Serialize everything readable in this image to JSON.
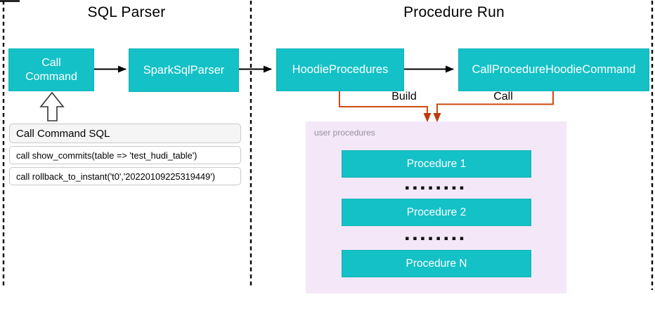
{
  "diagram": {
    "sql_parser": {
      "title": "SQL Parser",
      "call_command": "Call Command",
      "spark_sql_parser": "SparkSqlParser",
      "sql_panel": {
        "header": "Call Command SQL",
        "rows": [
          "call show_commits(table => 'test_hudi_table')",
          "call rollback_to_instant('t0','20220109225319449')"
        ]
      }
    },
    "procedure_run": {
      "title": "Procedure Run",
      "hoodie_procedures": "HoodieProcedures",
      "call_procedure_hoodie_command": "CallProcedureHoodieCommand",
      "build_label": "Build",
      "call_label": "Call",
      "user_procedures": {
        "label": "user procedures",
        "procedures": [
          "Procedure 1",
          "Procedure 2",
          "Procedure N"
        ],
        "ellipsis": "▪▪▪▪▪▪▪▪"
      }
    },
    "colors": {
      "node_teal": "#13c1c6",
      "panel_lavender": "#f3e7f8",
      "connector_orange": "#cc4a0e",
      "arrowhead_red": "#bd3a0b",
      "connector_black": "#000000",
      "user_procedures_label_gray": "#97909c",
      "sql_header_bg": "#f5f5f5",
      "sql_border": "#c9c9c9"
    }
  }
}
